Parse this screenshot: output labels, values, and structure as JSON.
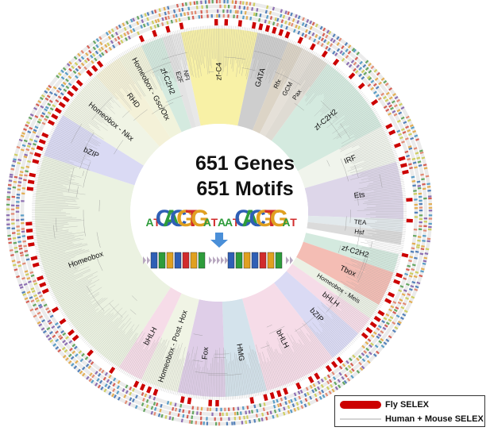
{
  "center": {
    "genes": "651 Genes",
    "motifs": "651 Motifs",
    "logo_letters": "ATCACGTGATAATCACGTGAT"
  },
  "families": [
    {
      "label": "zf-C4",
      "start": -12,
      "end": 12,
      "color": "#f7ef9c"
    },
    {
      "label": "GATA",
      "start": 12,
      "end": 22,
      "color": "#c9c9c9"
    },
    {
      "label": "Rfx",
      "start": 22,
      "end": 27,
      "color": "#d8cfc0"
    },
    {
      "label": "GCM",
      "start": 27,
      "end": 31,
      "color": "#e2ddd4"
    },
    {
      "label": "Pax",
      "start": 31,
      "end": 36,
      "color": "#dcd7ce"
    },
    {
      "label": "zf-C2H2",
      "start": 36,
      "end": 62,
      "color": "#cfe8dc"
    },
    {
      "label": "IRF",
      "start": 62,
      "end": 74,
      "color": "#eef3ea"
    },
    {
      "label": "Ets",
      "start": 74,
      "end": 92,
      "color": "#d9d2e7"
    },
    {
      "label": "TEA",
      "start": 92,
      "end": 96,
      "color": "#dfe7ea"
    },
    {
      "label": "Hsf",
      "start": 96,
      "end": 100,
      "color": "#d7d7d7"
    },
    {
      "label": "zf-C2H2",
      "start": 103,
      "end": 109,
      "color": "#cfe8dc"
    },
    {
      "label": "Tbox",
      "start": 109,
      "end": 120,
      "color": "#f3b6ac"
    },
    {
      "label": "Homeobox - Meis",
      "start": 120,
      "end": 125,
      "color": "#e9f0e2"
    },
    {
      "label": "bHLH",
      "start": 125,
      "end": 131,
      "color": "#f5d8e6"
    },
    {
      "label": "bZIP",
      "start": 131,
      "end": 142,
      "color": "#d6d6f3"
    },
    {
      "label": "bHLH",
      "start": 142,
      "end": 165,
      "color": "#f5d8e6"
    },
    {
      "label": "HMG",
      "start": 165,
      "end": 178,
      "color": "#cfe0ea"
    },
    {
      "label": "Fox",
      "start": 178,
      "end": 193,
      "color": "#dcc9e5"
    },
    {
      "label": "Homeobox - Post. Hox",
      "start": 193,
      "end": 205,
      "color": "#eef3e2"
    },
    {
      "label": "bHLH",
      "start": 205,
      "end": 213,
      "color": "#f5d8e6"
    },
    {
      "label": "Homeobox",
      "start": 213,
      "end": 288,
      "color": "#e9f1de"
    },
    {
      "label": "bZIP",
      "start": 288,
      "end": 302,
      "color": "#d6d6f3"
    },
    {
      "label": "Homeobox - Nkx",
      "start": 302,
      "end": 318,
      "color": "#eef3e2"
    },
    {
      "label": "RHD",
      "start": 318,
      "end": 327,
      "color": "#f3f0d4"
    },
    {
      "label": "Homeobox - Gsc/Otx",
      "start": 327,
      "end": 335,
      "color": "#f0f2d8"
    },
    {
      "label": "zf-C2H2",
      "start": 335,
      "end": 342,
      "color": "#cfe8dc"
    },
    {
      "label": "E2F",
      "start": 342,
      "end": 345,
      "color": "#e0e0e0"
    },
    {
      "label": "NFI",
      "start": 345,
      "end": 348,
      "color": "#e6e6e6"
    }
  ],
  "legend": {
    "fly_label": "Fly SELEX",
    "human_label": "Human + Mouse SELEX",
    "fly_color": "#cc0000",
    "human_color": "#bbbbbb"
  },
  "colors": {
    "fly_bar": "#cc0000",
    "ring_palette": [
      "#3a6fb0",
      "#d1473a",
      "#e2a33a",
      "#4f9a4a",
      "#7d59a8",
      "#3f8fbf",
      "#c9c94a",
      "#e07a5f"
    ],
    "arrow": "#4a8fd8"
  }
}
